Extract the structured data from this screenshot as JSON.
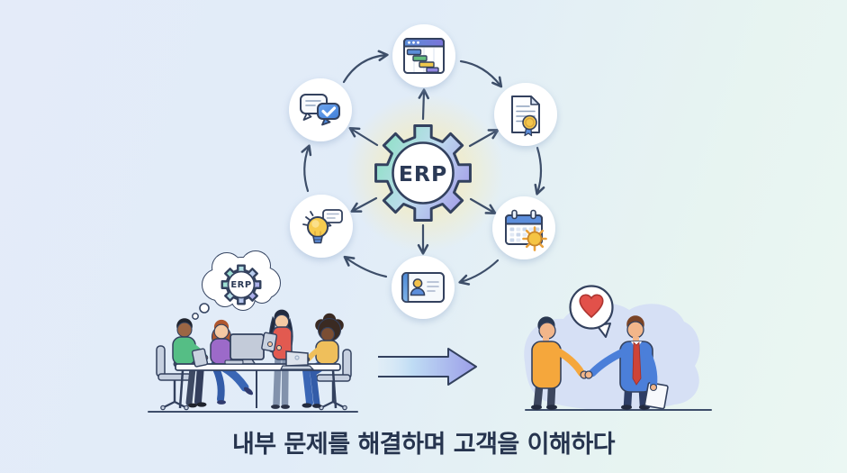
{
  "scene": {
    "caption": "내부 문제를 해결하며 고객을 이해하다",
    "background_top_left": "#E4EBF9",
    "background_bottom_right": "#EBF7F3"
  },
  "diagram": {
    "center_label": "ERP",
    "gear_gradient": [
      "#8FE0C6",
      "#BFDCEF",
      "#A29AE8"
    ],
    "gear_outline": "#33415E",
    "glow_color": "#F7EBB4",
    "arrow_color": "#3D4E69",
    "flow": "clockwise-cycle",
    "nodes": [
      {
        "position": "top",
        "icon": "gantt-chart-icon"
      },
      {
        "position": "top-right",
        "icon": "certificate-icon"
      },
      {
        "position": "bottom-right",
        "icon": "calendar-sun-icon"
      },
      {
        "position": "bottom",
        "icon": "id-card-icon"
      },
      {
        "position": "bottom-left",
        "icon": "lightbulb-idea-icon"
      },
      {
        "position": "top-left",
        "icon": "chat-check-icon"
      }
    ]
  },
  "left_scene": {
    "thought_bubble_label": "ERP",
    "description": "Four coworkers at a meeting table with monitor, laptops and tablet"
  },
  "transition_arrow": {
    "direction": "right",
    "gradient": [
      "#D7E9F8",
      "#9B9EE8"
    ]
  },
  "right_scene": {
    "speech_bubble_icon": "heart-icon",
    "heart_color": "#E2514A",
    "description": "Two people shaking hands"
  }
}
